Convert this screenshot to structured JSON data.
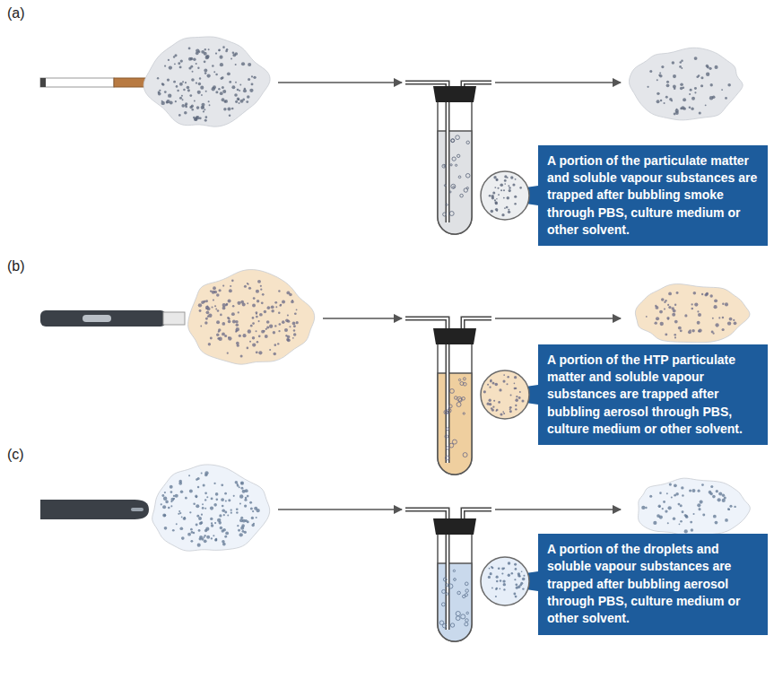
{
  "diagram": {
    "nodes": [
      {
        "text": [
          "A portion of the particulate matter and soluble vapour substances are trapped after bubbling smoke through PBS, culture medium or other solvent."
        ]
      },
      {
        "text": [
          "A portion of the HTP particulate matter and soluble vapour substances are trapped after bubbling aerosol through PBS, culture medium or other solvent."
        ]
      },
      {
        "text": [
          "A portion of the droplets and soluble vapour substances are trapped after bubbling aerosol through PBS, culture medium or other solvent."
        ]
      }
    ],
    "labels": [
      "(a)",
      "(b)",
      "(c)"
    ]
  }
}
